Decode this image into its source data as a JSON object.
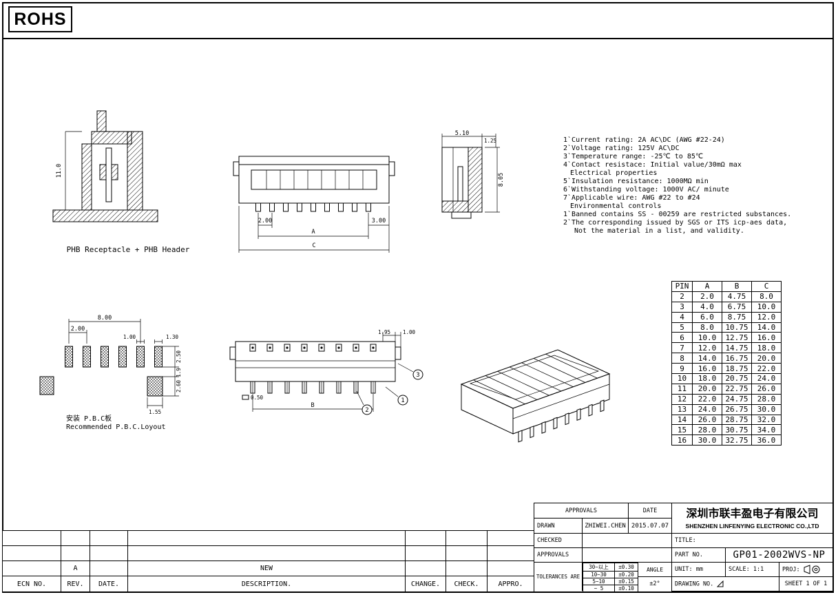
{
  "page": {
    "rohs": "ROHS"
  },
  "captions": {
    "section_view": "PHB Receptacle + PHB Header",
    "pcb_cn": "安装 P.B.C板",
    "pcb_en": "Recommended P.B.C.Loyout"
  },
  "dims": {
    "section_h": "11.0",
    "front_pitch": "2.00",
    "front_A": "A",
    "front_end": "3.00",
    "front_C": "C",
    "side_w": "5.10",
    "side_tab": "1.25",
    "side_h": "8.05",
    "pcb_span": "8.00",
    "pcb_pitch": "2.00",
    "pcb_pad_w": "1.00",
    "pcb_pad_w2": "1.30",
    "pcb_pad_h": "2.50",
    "pcb_gap": "1.9",
    "pcb_sq_h": "2.60",
    "pcb_sq_w": "1.55",
    "top_195": "1.95",
    "top_100": "1.00",
    "top_050": "0.50",
    "top_B": "B",
    "balloon_1": "1",
    "balloon_2": "2",
    "balloon_3": "3"
  },
  "notes": {
    "items": [
      {
        "num": "1",
        "text": "`Current rating: 2A AC\\DC (AWG #22-24)",
        "indent": 0
      },
      {
        "num": "2",
        "text": "`Voltage rating: 125V AC\\DC",
        "indent": 0
      },
      {
        "num": "3",
        "text": "`Temperature range: -25℃ to 85℃",
        "indent": 0
      },
      {
        "num": "4",
        "text": "`Contact resistace: Initial value/30mΩ max",
        "indent": 0
      },
      {
        "num": "",
        "text": "Electrical properties",
        "indent": 1
      },
      {
        "num": "5",
        "text": "`Insulation resistance: 1000MΩ min",
        "indent": 0
      },
      {
        "num": "6",
        "text": "`Withstanding voltage: 1000V AC/ minute",
        "indent": 0
      },
      {
        "num": "7",
        "text": "`Applicable wire: AWG #22 to #24",
        "indent": 0
      },
      {
        "num": "",
        "text": "Environmental controls",
        "indent": 1
      },
      {
        "num": "1",
        "text": "`Banned contains SS - 00259 are restricted substances.",
        "indent": 0
      },
      {
        "num": "2",
        "text": "`The corresponding issued by SGS or ITS icp-aes data,",
        "indent": 0
      },
      {
        "num": "",
        "text": "Not the material in a list, and validity.",
        "indent": 2
      }
    ]
  },
  "pin_table": {
    "headers": [
      "PIN",
      "A",
      "B",
      "C"
    ],
    "rows": [
      [
        "2",
        "2.0",
        "4.75",
        "8.0"
      ],
      [
        "3",
        "4.0",
        "6.75",
        "10.0"
      ],
      [
        "4",
        "6.0",
        "8.75",
        "12.0"
      ],
      [
        "5",
        "8.0",
        "10.75",
        "14.0"
      ],
      [
        "6",
        "10.0",
        "12.75",
        "16.0"
      ],
      [
        "7",
        "12.0",
        "14.75",
        "18.0"
      ],
      [
        "8",
        "14.0",
        "16.75",
        "20.0"
      ],
      [
        "9",
        "16.0",
        "18.75",
        "22.0"
      ],
      [
        "10",
        "18.0",
        "20.75",
        "24.0"
      ],
      [
        "11",
        "20.0",
        "22.75",
        "26.0"
      ],
      [
        "12",
        "22.0",
        "24.75",
        "28.0"
      ],
      [
        "13",
        "24.0",
        "26.75",
        "30.0"
      ],
      [
        "14",
        "26.0",
        "28.75",
        "32.0"
      ],
      [
        "15",
        "28.0",
        "30.75",
        "34.0"
      ],
      [
        "16",
        "30.0",
        "32.75",
        "36.0"
      ]
    ]
  },
  "title_block": {
    "approvals_label": "APPROVALS",
    "date_label": "DATE",
    "drawn_label": "DRAWN",
    "drawn_name": "ZHIWEI.CHEN",
    "drawn_date": "2015.07.07",
    "checked_label": "CHECKED",
    "approvals2_label": "APPROVALS",
    "tolerances_label": "TOLERANCES ARE",
    "tolerances": [
      {
        "range": "30~以上",
        "tol": "±0.30"
      },
      {
        "range": "10~30",
        "tol": "±0.20"
      },
      {
        "range": "5~10",
        "tol": "±0.15"
      },
      {
        "range": "~ 5",
        "tol": "±0.10"
      }
    ],
    "angle_label": "ANGLE",
    "angle_value": "±2°",
    "company_cn": "深圳市联丰盈电子有限公司",
    "company_en": "SHENZHEN LINFENYING ELECTRONIC CO.,LTD",
    "title_label": "TITLE:",
    "part_label": "PART NO.",
    "part_value": "GP01-2002WVS-NP",
    "unit_label": "UNIT:",
    "unit_value": "mm",
    "scale_label": "SCALE:",
    "scale_value": "1:1",
    "proj_label": "PROJ:",
    "drawing_label": "DRAWING NO.",
    "sheet_label": "SHEET 1 OF 1"
  },
  "revision_table": {
    "headers": [
      "ECN NO.",
      "REV.",
      "DATE.",
      "DESCRIPTION.",
      "CHANGE.",
      "CHECK.",
      "APPRO."
    ],
    "rows": [
      [
        "",
        "",
        "",
        "",
        "",
        "",
        ""
      ],
      [
        "",
        "",
        "",
        "",
        "",
        "",
        ""
      ],
      [
        "",
        "A",
        "",
        "NEW",
        "",
        "",
        ""
      ]
    ]
  }
}
